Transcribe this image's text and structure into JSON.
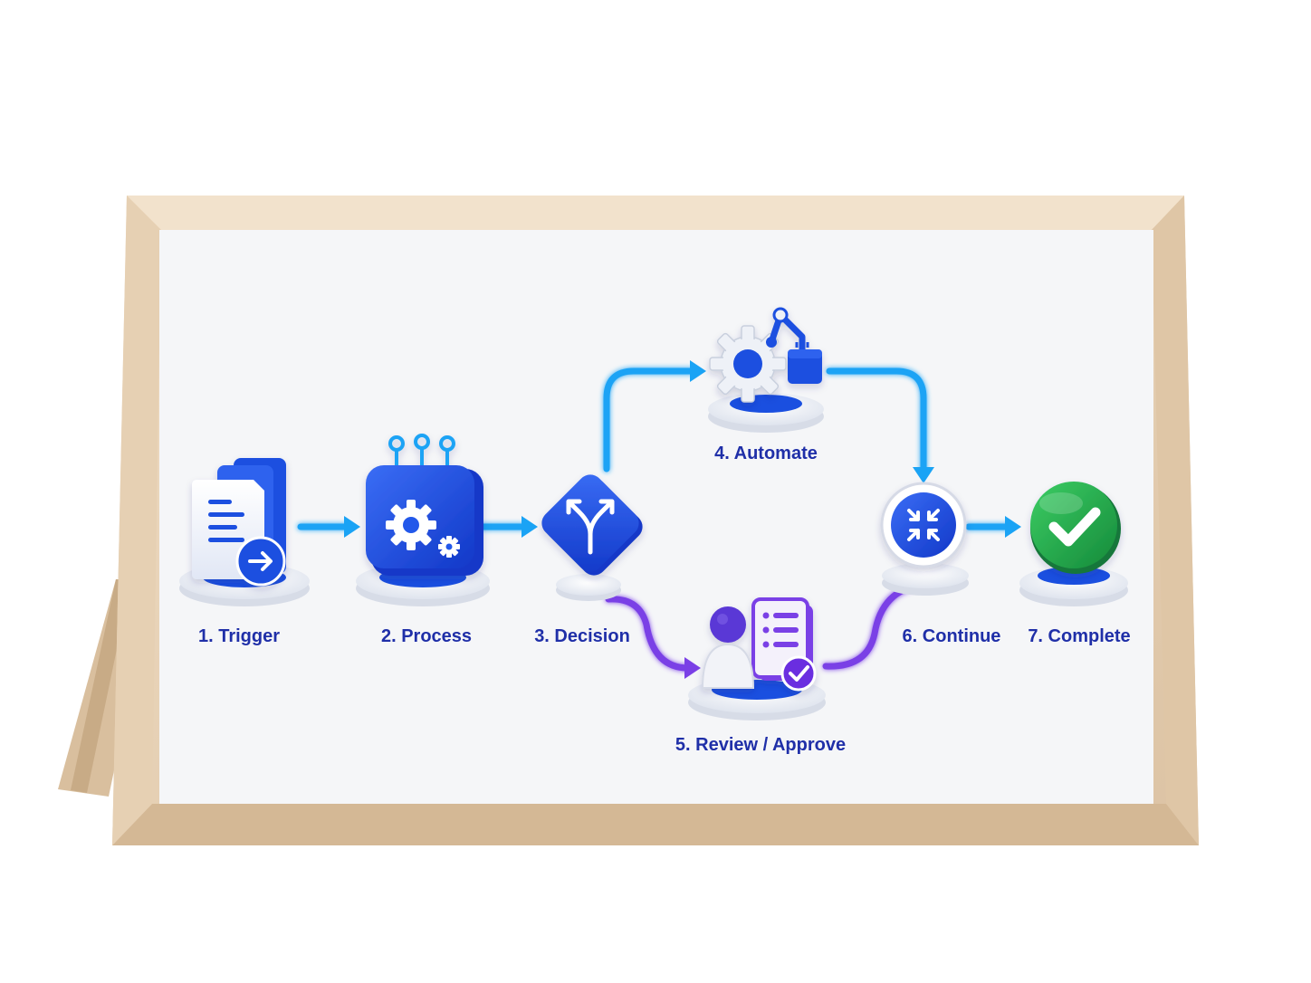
{
  "colors": {
    "frame_wood": "#ead6bd",
    "board": "#f5f6f8",
    "primary_blue": "#1a4fe0",
    "flow_cyan": "#1aa3f5",
    "review_purple": "#7a3fe6",
    "complete_green": "#22a44a",
    "label_navy": "#1f2fa8"
  },
  "steps": [
    {
      "label": "1. Trigger",
      "icon": "document-arrow-icon"
    },
    {
      "label": "2. Process",
      "icon": "gear-chip-icon"
    },
    {
      "label": "3. Decision",
      "icon": "branch-diamond-icon"
    },
    {
      "label": "4. Automate",
      "icon": "robot-arm-gear-icon"
    },
    {
      "label": "5. Review / Approve",
      "icon": "person-checklist-icon"
    },
    {
      "label": "6. Continue",
      "icon": "merge-arrows-icon"
    },
    {
      "label": "7. Complete",
      "icon": "check-circle-icon"
    }
  ]
}
